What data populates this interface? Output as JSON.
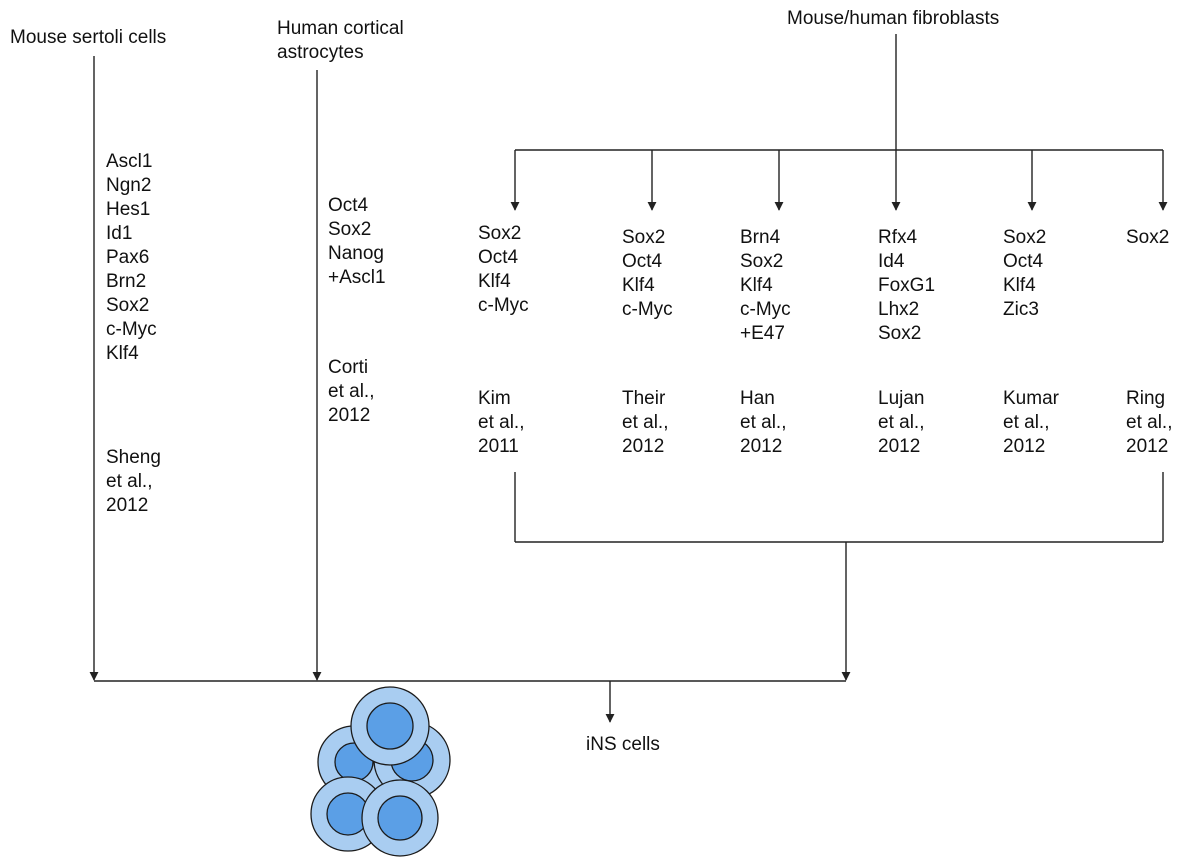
{
  "sources": {
    "sertoli": "Mouse sertoli cells",
    "astrocytes": "Human cortical astrocytes",
    "fibroblasts": "Mouse/human fibroblasts"
  },
  "columns": [
    {
      "factors": [
        "Ascl1",
        "Ngn2",
        "Hes1",
        "Id1",
        "Pax6",
        "Brn2",
        "Sox2",
        "c-Myc",
        "Klf4"
      ],
      "citation": [
        "Sheng",
        "et al.,",
        "2012"
      ]
    },
    {
      "factors": [
        "Oct4",
        "Sox2",
        "Nanog",
        "+Ascl1"
      ],
      "citation": [
        "Corti",
        "et al.,",
        "2012"
      ]
    },
    {
      "factors": [
        "Sox2",
        "Oct4",
        "Klf4",
        "c-Myc"
      ],
      "citation": [
        "Kim",
        "et al.,",
        "2011"
      ]
    },
    {
      "factors": [
        "Sox2",
        "Oct4",
        "Klf4",
        "c-Myc"
      ],
      "citation": [
        "Their",
        "et al.,",
        "2012"
      ]
    },
    {
      "factors": [
        "Brn4",
        "Sox2",
        "Klf4",
        "c-Myc",
        "+E47"
      ],
      "citation": [
        "Han",
        "et al.,",
        "2012"
      ]
    },
    {
      "factors": [
        "Rfx4",
        "Id4",
        "FoxG1",
        "Lhx2",
        "Sox2"
      ],
      "citation": [
        "Lujan",
        "et al.,",
        "2012"
      ]
    },
    {
      "factors": [
        "Sox2",
        "Oct4",
        "Klf4",
        "Zic3"
      ],
      "citation": [
        "Kumar",
        "et al.,",
        "2012"
      ]
    },
    {
      "factors": [
        "Sox2"
      ],
      "citation": [
        "Ring",
        "et al.,",
        "2012"
      ]
    }
  ],
  "result": {
    "label": "iNS cells"
  },
  "colors": {
    "line": "#222222",
    "cell_outer": "#a9cdf1",
    "cell_inner": "#5b9fe6",
    "cell_stroke": "#1b1b1b"
  }
}
